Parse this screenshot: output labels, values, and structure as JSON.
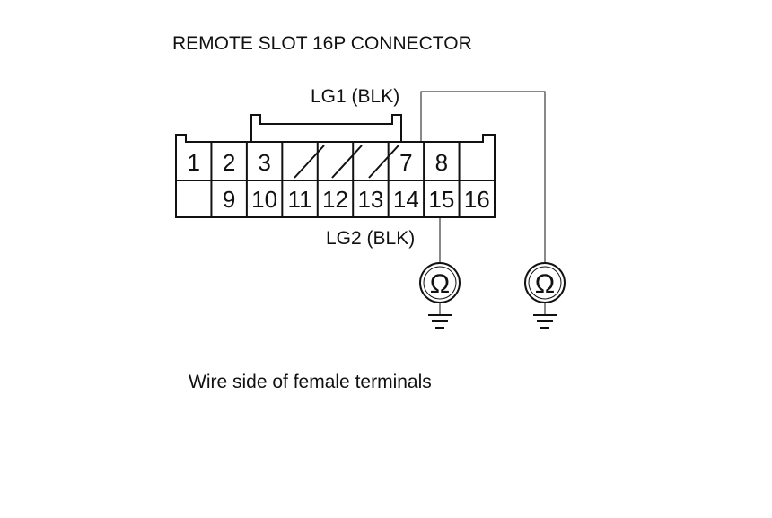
{
  "title": "REMOTE SLOT 16P CONNECTOR",
  "top_wire_label": "LG1 (BLK)",
  "bottom_wire_label": "LG2 (BLK)",
  "caption": "Wire side of female terminals",
  "top_row": [
    {
      "label": "1"
    },
    {
      "label": "2"
    },
    {
      "label": "3"
    },
    {
      "label": ""
    },
    {
      "label": ""
    },
    {
      "label": ""
    },
    {
      "label": "7"
    },
    {
      "label": "8"
    },
    {
      "label": ""
    }
  ],
  "bottom_row": [
    {
      "label": ""
    },
    {
      "label": "9"
    },
    {
      "label": "10"
    },
    {
      "label": "11"
    },
    {
      "label": "12"
    },
    {
      "label": "13"
    },
    {
      "label": "14"
    },
    {
      "label": "15"
    },
    {
      "label": "16"
    }
  ],
  "ohmmeter_symbol": "Ω",
  "icons": [
    "ohmmeter-icon",
    "ground-icon"
  ]
}
